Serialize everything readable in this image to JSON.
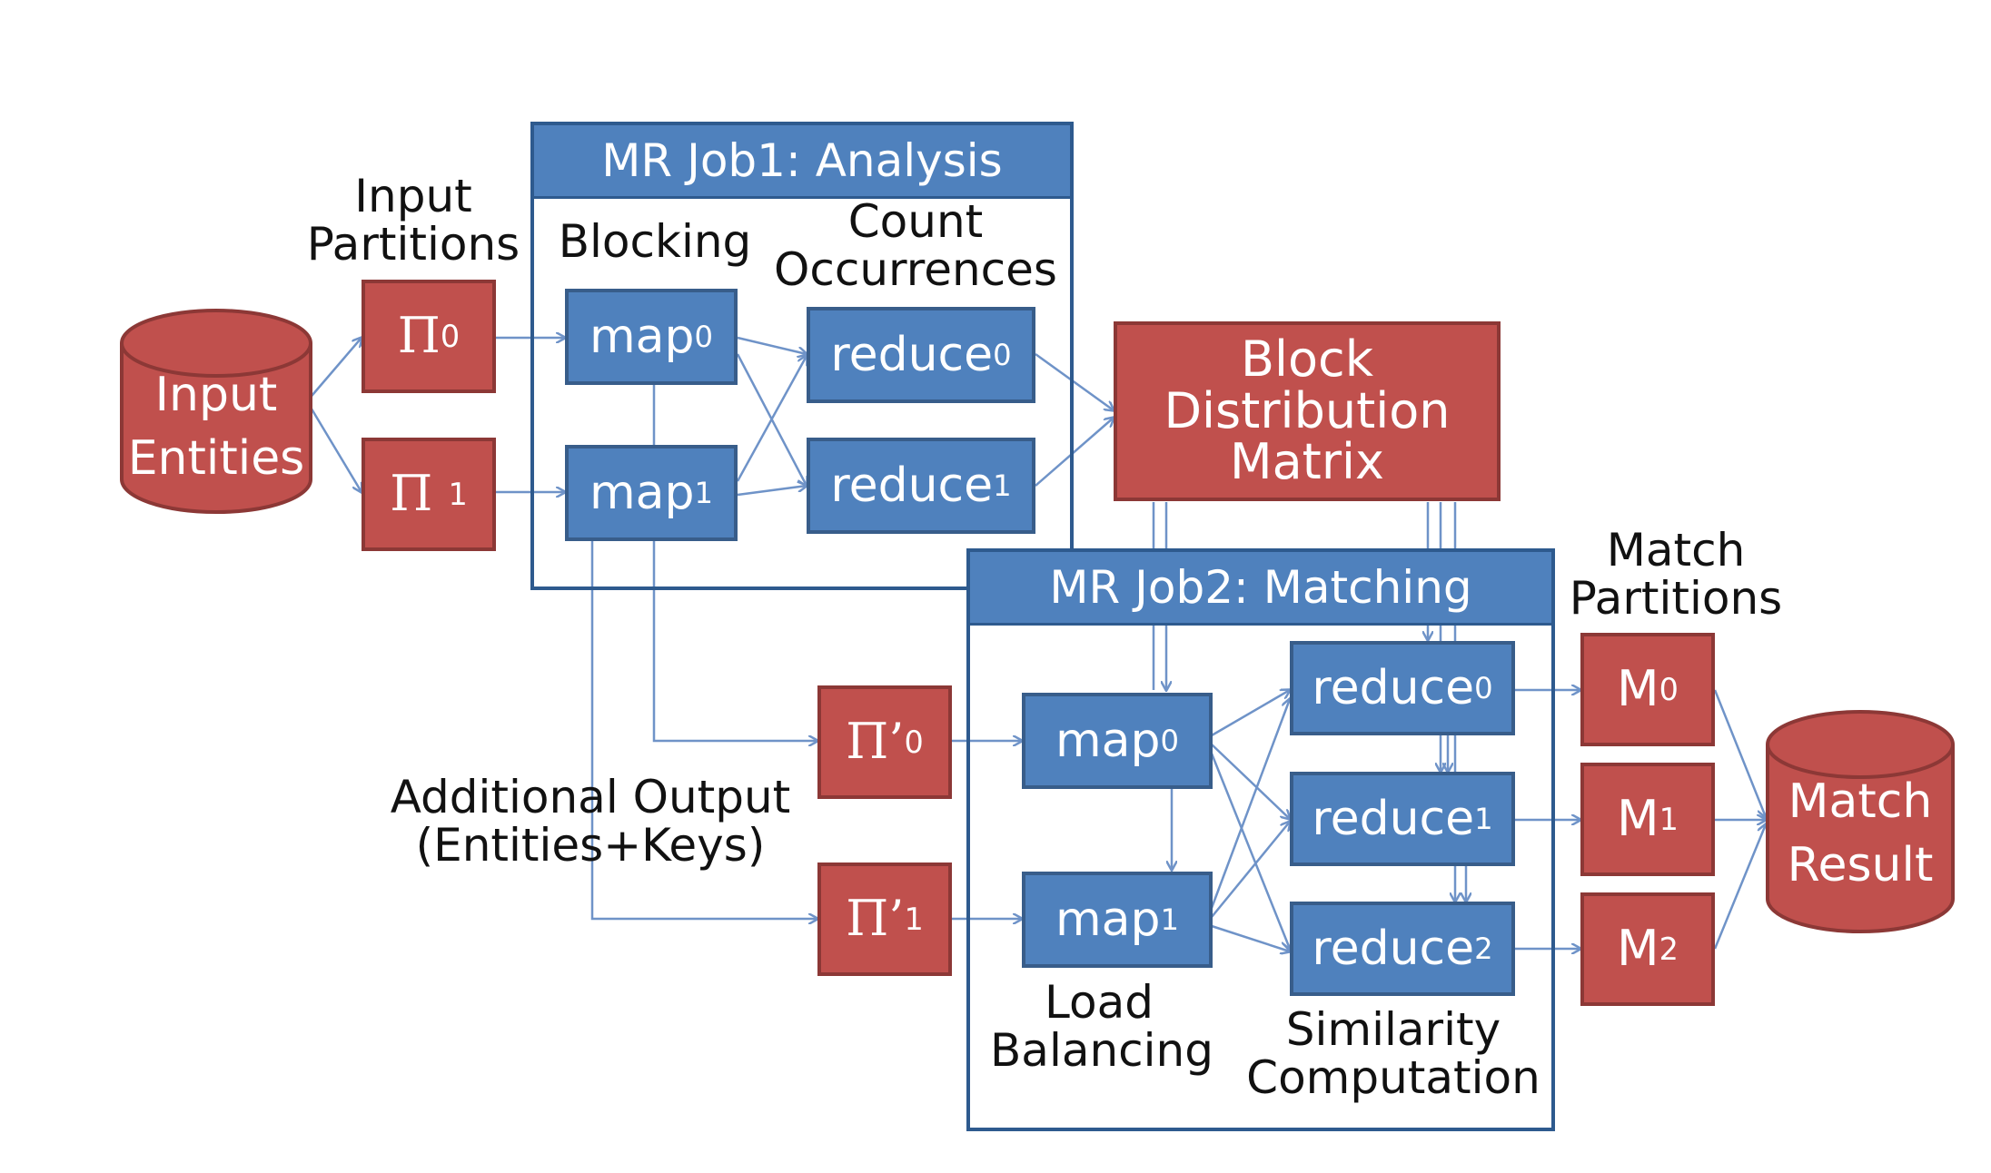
{
  "input_entities": {
    "line1": "Input",
    "line2": "Entities"
  },
  "input_partitions": {
    "line1": "Input",
    "line2": "Partitions"
  },
  "partitions_in": [
    {
      "sym": "Π",
      "sub": "0"
    },
    {
      "sym": "Π ",
      "sub": "1"
    }
  ],
  "job1": {
    "title": "MR Job1: Analysis",
    "blocking_label": "Blocking",
    "count_label": {
      "line1": "Count",
      "line2": "Occurrences"
    },
    "maps": [
      {
        "text": "map",
        "sub": "0"
      },
      {
        "text": "map",
        "sub": "1"
      }
    ],
    "reduces": [
      {
        "text": "reduce",
        "sub": "0"
      },
      {
        "text": "reduce",
        "sub": "1"
      }
    ]
  },
  "bdm": {
    "line1": "Block",
    "line2": "Distribution",
    "line3": "Matrix"
  },
  "additional_output": {
    "line1": "Additional Output",
    "line2": "(Entities+Keys)"
  },
  "partitions_prime": [
    {
      "sym": "Π’",
      "sub": "0"
    },
    {
      "sym": "Π’",
      "sub": "1"
    }
  ],
  "job2": {
    "title": "MR Job2: Matching",
    "maps": [
      {
        "text": "map",
        "sub": "0"
      },
      {
        "text": "map",
        "sub": "1"
      }
    ],
    "reduces": [
      {
        "text": "reduce",
        "sub": "0"
      },
      {
        "text": "reduce",
        "sub": "1"
      },
      {
        "text": "reduce",
        "sub": "2"
      }
    ],
    "load_balancing": {
      "line1": "Load",
      "line2": "Balancing"
    },
    "similarity": {
      "line1": "Similarity",
      "line2": "Computation"
    }
  },
  "match_partitions_label": {
    "line1": "Match",
    "line2": "Partitions"
  },
  "match_partitions": [
    {
      "text": "M",
      "sub": "0"
    },
    {
      "text": "M",
      "sub": "1"
    },
    {
      "text": "M",
      "sub": "2"
    }
  ],
  "match_result": {
    "line1": "Match",
    "line2": "Result"
  },
  "colors": {
    "blue_fill": "#4f81bd",
    "blue_border": "#385d8a",
    "red_fill": "#c0504d",
    "red_border": "#8c3836",
    "arrow": "#6f93c8"
  }
}
